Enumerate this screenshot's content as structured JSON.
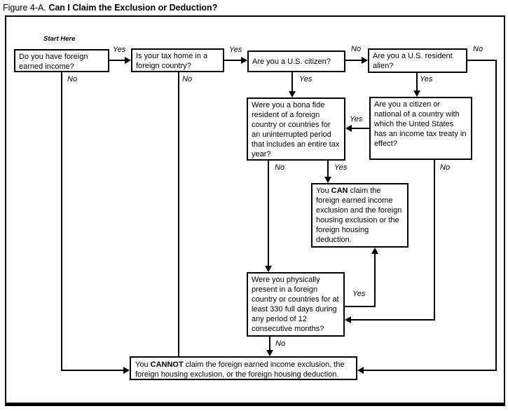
{
  "title": {
    "prefix": "Figure 4-A.",
    "main": "Can I Claim the Exclusion or Deduction?"
  },
  "start_here": "Start Here",
  "boxes": {
    "foreign_income": "Do you have foreign earned income?",
    "tax_home": "Is your tax home in a foreign country?",
    "us_citizen": "Are you a U.S. citizen?",
    "resident_alien": "Are you a U.S. resident alien?",
    "bona_fide": "Were you a bona fide resident of a foreign country or countries for an uninterrupted period that includes an entire tax year?",
    "tax_treaty": "Are you a citizen or national of a country with which the Unted States has an income tax treaty in effect?",
    "physical_presence": "Were you physically present in a foreign country or countries for at least 330 full days during any period of 12 consecutive months?",
    "can_claim": {
      "prefix": "You",
      "keyword": "CAN",
      "rest": "claim the foreign earned income exclusion and the foreign housing exclusion or the foreign housing deduction."
    },
    "cannot_claim": {
      "prefix": "You",
      "keyword": "CANNOT",
      "rest": "claim the foreign earned income exclusion, the foreign housing exclusion, or the foreign housing deduction."
    }
  },
  "labels": {
    "yes1": "Yes",
    "yes2": "Yes",
    "no3": "No",
    "no4": "No",
    "no1": "No",
    "no2": "No",
    "yes3": "Yes",
    "yes4": "Yes",
    "yes6": "Yes",
    "no5": "No",
    "yes5": "Yes",
    "no6": "No",
    "yes_phys": "Yes",
    "no_phys": "No"
  },
  "colors": {
    "line": "#000000",
    "background": "#ffffff"
  }
}
